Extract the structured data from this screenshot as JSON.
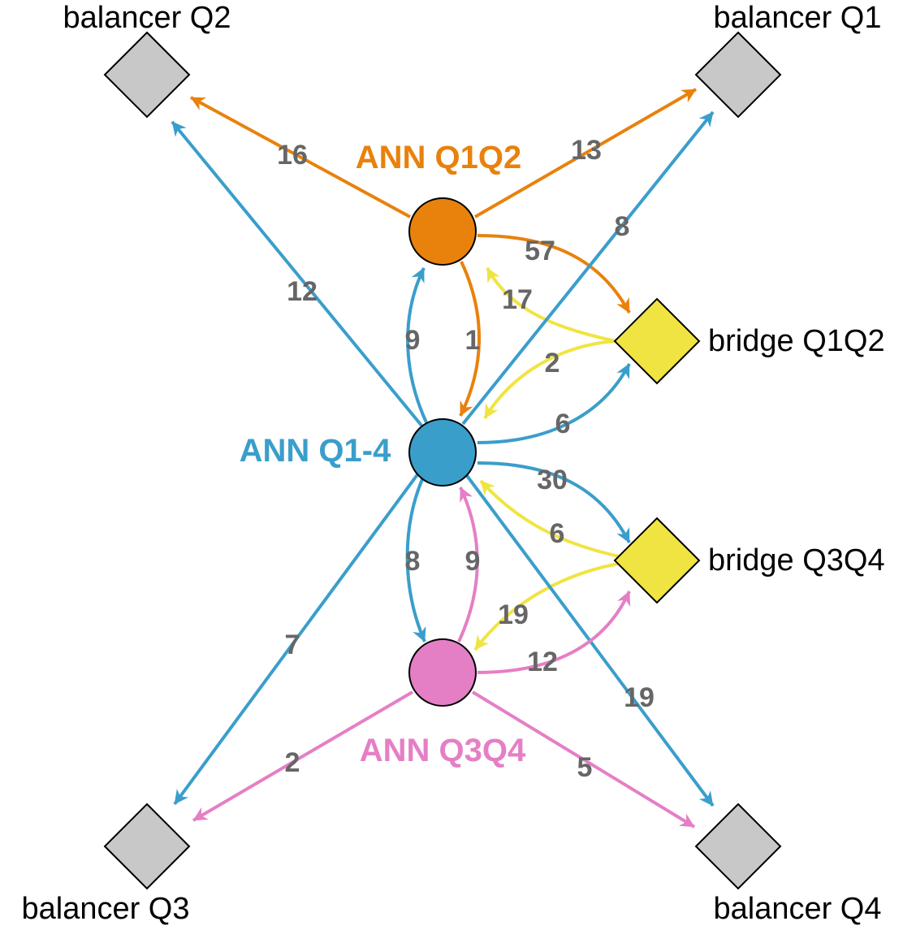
{
  "colors": {
    "ann_q1q2": "#e8820c",
    "ann_q1_4": "#3a9ecb",
    "ann_q3q4": "#e57fc5",
    "bridge": "#f0e442",
    "balancer": "#c8c8c8",
    "edge_label": "#666666",
    "outline": "#000000"
  },
  "nodes": {
    "balancer_q1": {
      "label": "balancer Q1",
      "shape": "diamond"
    },
    "balancer_q2": {
      "label": "balancer Q2",
      "shape": "diamond"
    },
    "balancer_q3": {
      "label": "balancer Q3",
      "shape": "diamond"
    },
    "balancer_q4": {
      "label": "balancer Q4",
      "shape": "diamond"
    },
    "bridge_q1q2": {
      "label": "bridge Q1Q2",
      "shape": "diamond"
    },
    "bridge_q3q4": {
      "label": "bridge Q3Q4",
      "shape": "diamond"
    },
    "ann_q1q2": {
      "label": "ANN Q1Q2",
      "shape": "circle"
    },
    "ann_q1_4": {
      "label": "ANN Q1-4",
      "shape": "circle"
    },
    "ann_q3q4": {
      "label": "ANN Q3Q4",
      "shape": "circle"
    }
  },
  "edges": [
    {
      "from": "ann_q1q2",
      "to": "balancer_q2",
      "value": "16",
      "color": "#e8820c"
    },
    {
      "from": "ann_q1q2",
      "to": "balancer_q1",
      "value": "13",
      "color": "#e8820c"
    },
    {
      "from": "ann_q1q2",
      "to": "bridge_q1q2",
      "value": "57",
      "color": "#e8820c"
    },
    {
      "from": "ann_q1q2",
      "to": "ann_q1_4",
      "value": "1",
      "color": "#e8820c"
    },
    {
      "from": "ann_q1_4",
      "to": "ann_q1q2",
      "value": "9",
      "color": "#3a9ecb"
    },
    {
      "from": "ann_q1_4",
      "to": "balancer_q2",
      "value": "12",
      "color": "#3a9ecb"
    },
    {
      "from": "ann_q1_4",
      "to": "balancer_q1",
      "value": "8",
      "color": "#3a9ecb"
    },
    {
      "from": "ann_q1_4",
      "to": "bridge_q1q2",
      "value": "6",
      "color": "#3a9ecb"
    },
    {
      "from": "ann_q1_4",
      "to": "bridge_q3q4",
      "value": "30",
      "color": "#3a9ecb"
    },
    {
      "from": "ann_q1_4",
      "to": "ann_q3q4",
      "value": "8",
      "color": "#3a9ecb"
    },
    {
      "from": "ann_q1_4",
      "to": "balancer_q3",
      "value": "7",
      "color": "#3a9ecb"
    },
    {
      "from": "ann_q1_4",
      "to": "balancer_q4",
      "value": "19",
      "color": "#3a9ecb"
    },
    {
      "from": "bridge_q1q2",
      "to": "ann_q1q2",
      "value": "17",
      "color": "#f0e442"
    },
    {
      "from": "bridge_q1q2",
      "to": "ann_q1_4",
      "value": "2",
      "color": "#f0e442"
    },
    {
      "from": "bridge_q3q4",
      "to": "ann_q1_4",
      "value": "6",
      "color": "#f0e442"
    },
    {
      "from": "bridge_q3q4",
      "to": "ann_q3q4",
      "value": "19",
      "color": "#f0e442"
    },
    {
      "from": "ann_q3q4",
      "to": "ann_q1_4",
      "value": "9",
      "color": "#e57fc5"
    },
    {
      "from": "ann_q3q4",
      "to": "bridge_q3q4",
      "value": "12",
      "color": "#e57fc5"
    },
    {
      "from": "ann_q3q4",
      "to": "balancer_q3",
      "value": "2",
      "color": "#e57fc5"
    },
    {
      "from": "ann_q3q4",
      "to": "balancer_q4",
      "value": "5",
      "color": "#e57fc5"
    }
  ]
}
